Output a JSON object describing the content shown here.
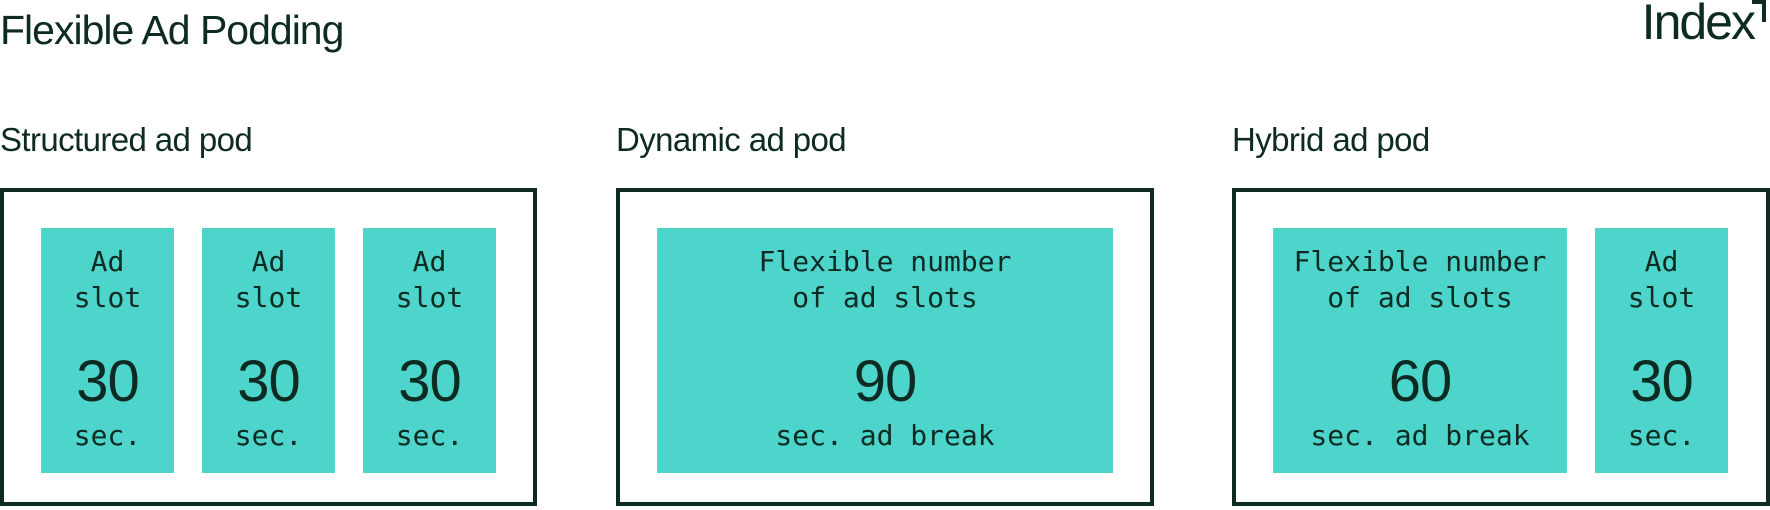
{
  "title": "Flexible Ad Podding",
  "logo": {
    "text": "Index",
    "icon": "arrow-up-right-corner-icon"
  },
  "colors": {
    "ink": "#0d2b22",
    "slot_fill": "#4dd4cb",
    "background": "#ffffff"
  },
  "pods": [
    {
      "label": "Structured ad pod",
      "slots": [
        {
          "label": "Ad\nslot",
          "value": "30",
          "unit": "sec."
        },
        {
          "label": "Ad\nslot",
          "value": "30",
          "unit": "sec."
        },
        {
          "label": "Ad\nslot",
          "value": "30",
          "unit": "sec."
        }
      ]
    },
    {
      "label": "Dynamic ad pod",
      "slots": [
        {
          "label": "Flexible number\nof ad slots",
          "value": "90",
          "unit": "sec. ad break"
        }
      ]
    },
    {
      "label": "Hybrid ad pod",
      "slots": [
        {
          "label": "Flexible number\nof ad slots",
          "value": "60",
          "unit": "sec. ad break"
        },
        {
          "label": "Ad\nslot",
          "value": "30",
          "unit": "sec."
        }
      ]
    }
  ]
}
